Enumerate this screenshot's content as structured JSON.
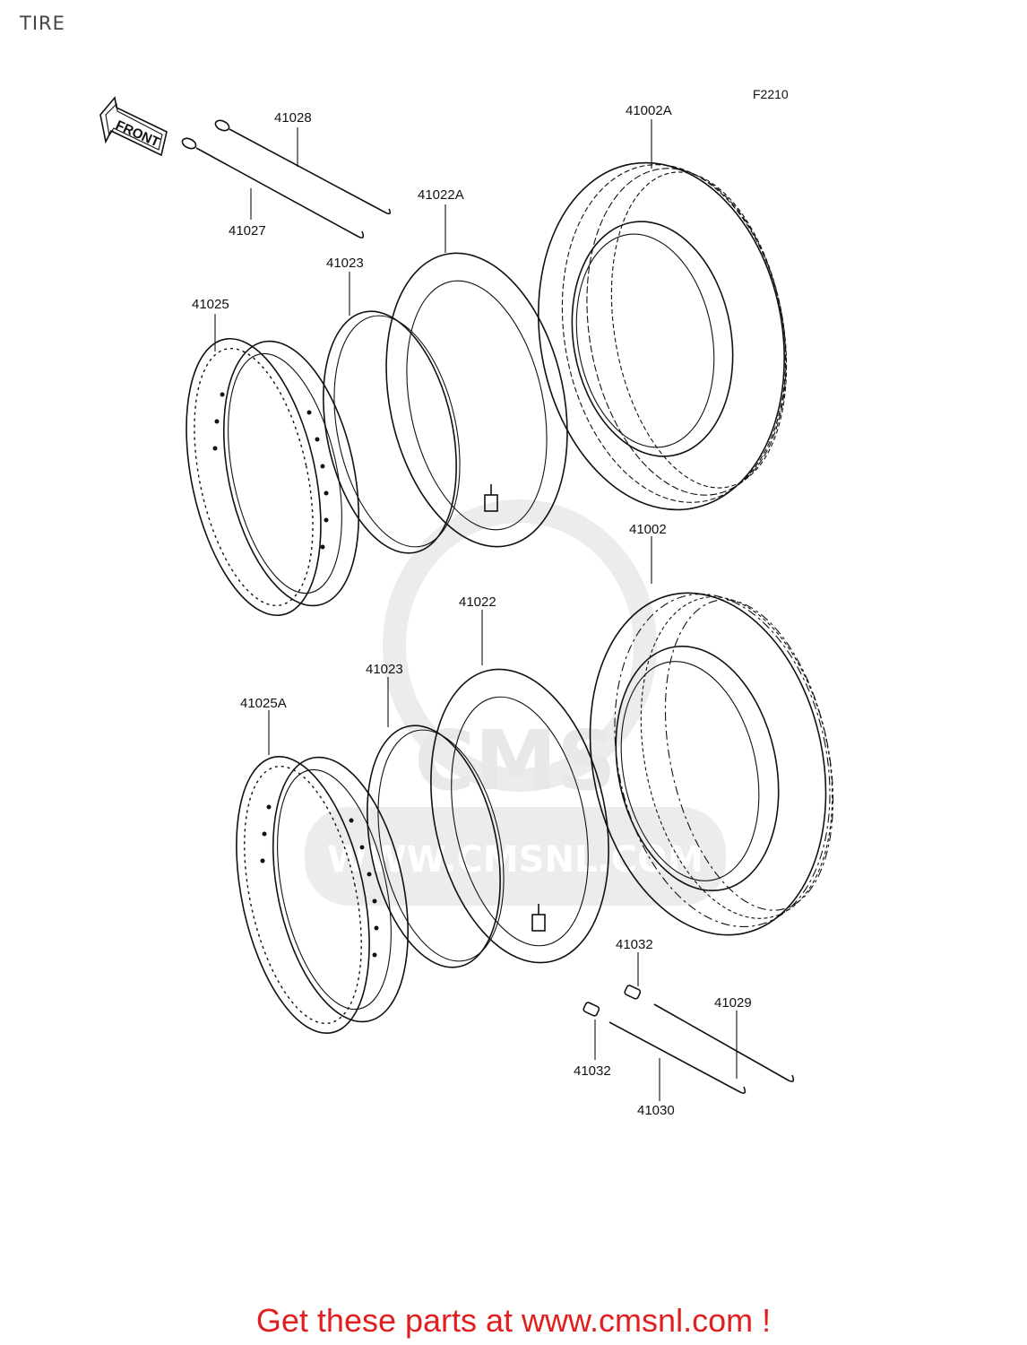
{
  "header": {
    "title": "TIRE",
    "figure_code": "F2210"
  },
  "footer": {
    "text": "Get these parts at www.cmsnl.com !"
  },
  "direction_arrow": {
    "label": "FRONT"
  },
  "watermark": {
    "brand": "CMS",
    "url": "WWW.CMSNL.COM"
  },
  "parts": {
    "p41028": "41028",
    "p41027": "41027",
    "p41022A": "41022A",
    "p41002A": "41002A",
    "p41023_top": "41023",
    "p41025": "41025",
    "p41002": "41002",
    "p41022": "41022",
    "p41023_bottom": "41023",
    "p41025A": "41025A",
    "p41032_top": "41032",
    "p41029": "41029",
    "p41032_bottom": "41032",
    "p41030": "41030"
  }
}
